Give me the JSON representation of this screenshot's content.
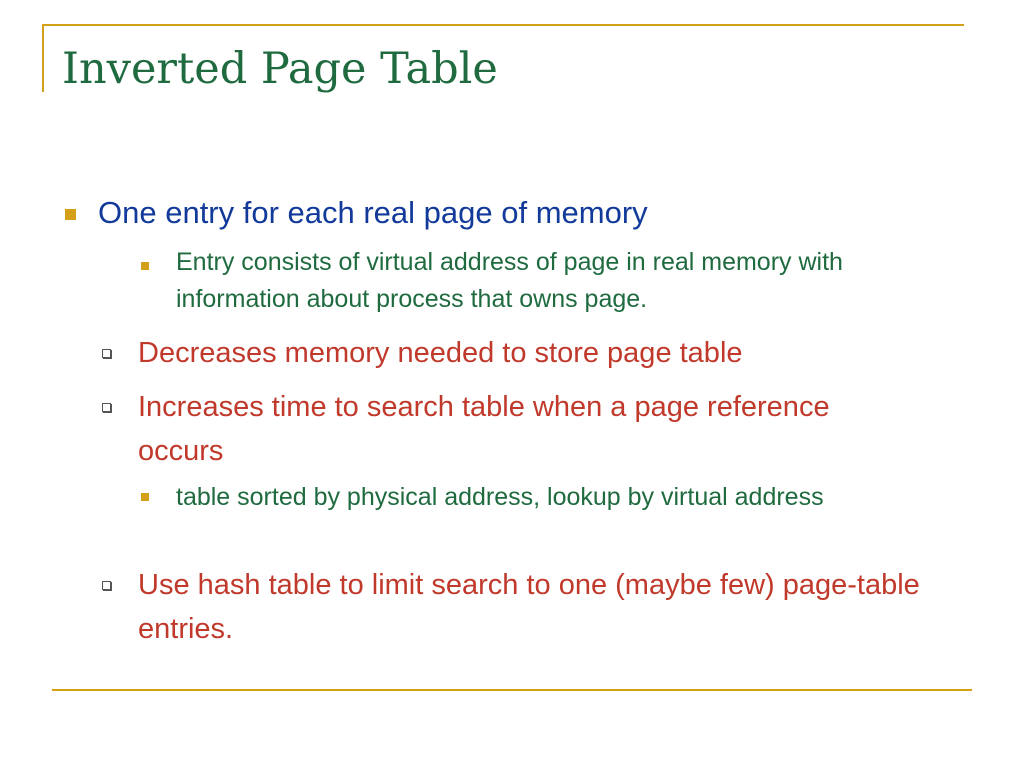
{
  "slide": {
    "title": "Inverted Page Table",
    "bullets": [
      {
        "text": "One entry for each real page of memory"
      },
      {
        "text": "Entry consists of virtual address of page in real memory with information about process that owns page."
      },
      {
        "text": "Decreases memory needed to store page table"
      },
      {
        "text": "Increases time to search table when a page reference occurs"
      },
      {
        "text": "table sorted by physical address, lookup by virtual address"
      },
      {
        "text": "Use hash table to limit search to one (maybe few) page-table entries."
      }
    ]
  },
  "colors": {
    "title": "#1f6b3f",
    "level1_text": "#123a9a",
    "level2_text": "#1f6b3f",
    "hollow_bullet_text": "#c0392b",
    "accent": "#d4a017"
  }
}
